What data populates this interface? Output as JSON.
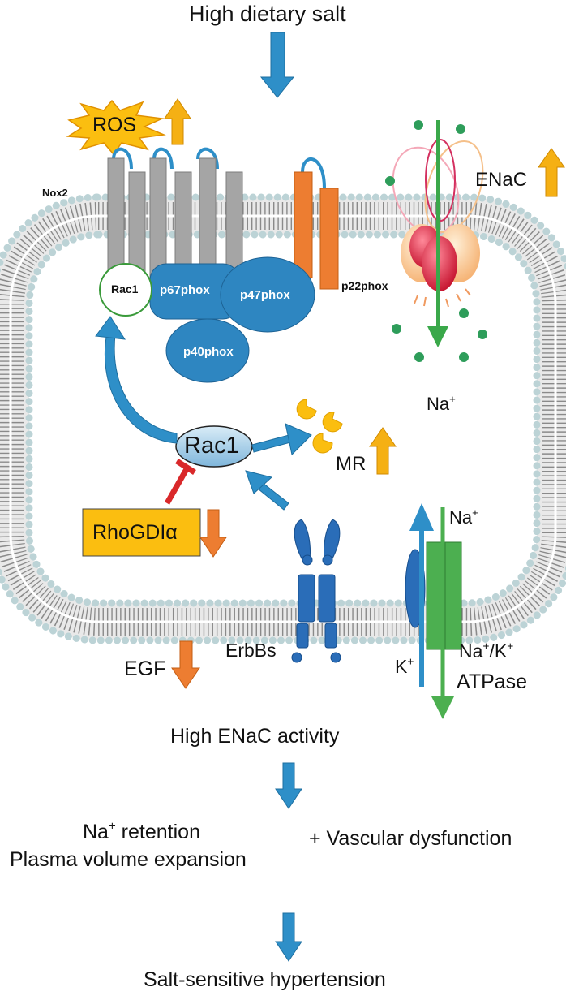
{
  "labels": {
    "high_dietary_salt": "High dietary salt",
    "ros": "ROS",
    "nox2": "Nox2",
    "rac1_small": "Rac1",
    "p67phox": "p67phox",
    "p47phox": "p47phox",
    "p40phox": "p40phox",
    "p22phox": "p22phox",
    "enac": "ENaC",
    "na_inside": "Na",
    "rac1": "Rac1",
    "mr": "MR",
    "rhogdi": "RhoGDIα",
    "na_pump": "Na",
    "erbbs": "ErbBs",
    "egf": "EGF",
    "k_plus": "K",
    "na_k_line1": "Na",
    "na_k_slash": "/K",
    "atpase": "ATPase",
    "high_enac_activity": "High ENaC activity",
    "na_retention": " retention",
    "na_retention_prefix": "Na",
    "plasma_volume": "Plasma volume expansion",
    "vascular_dysfunction": "+ Vascular dysfunction",
    "salt_sensitive": "Salt-sensitive hypertension",
    "plus": "+"
  },
  "colors": {
    "blue_arrow": "#2e8fc8",
    "pill_blue": "#2e86c1",
    "gray_helix": "#a5a5a5",
    "orange_helix": "#ed7d31",
    "yellow_up": "#f5b014",
    "orange_down": "#ed7d31",
    "rhogdi_box": "#fbbe10",
    "green": "#4caf50",
    "red_inhibit": "#d9282a",
    "membrane_bead": "#bcd3d6"
  }
}
